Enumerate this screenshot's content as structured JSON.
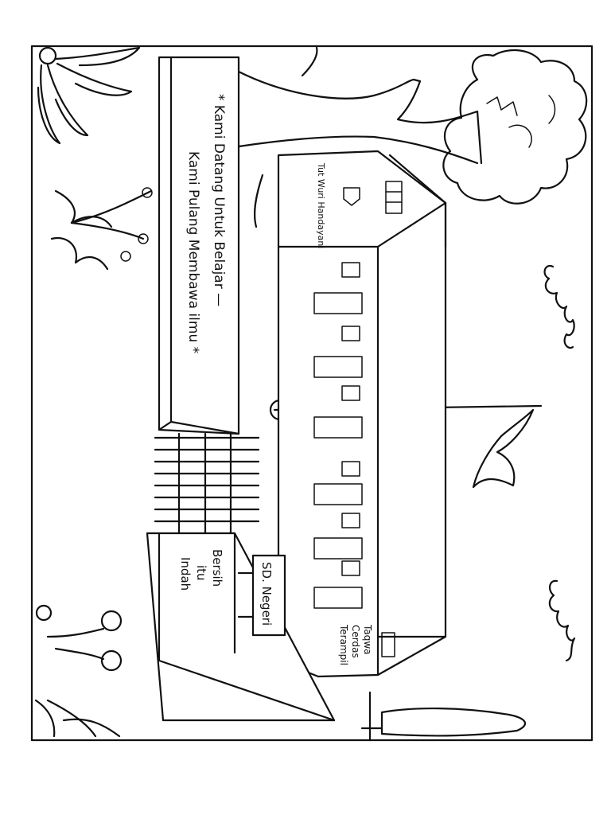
{
  "banner": {
    "line1": "* Kami Datang Untuk Belajar —",
    "line2": "Kami Pulang Membawa ilmu *"
  },
  "building_emblem_text": "Tut Wuri Handayani",
  "gate_sign": "SD. Negeri",
  "wall_sign": {
    "line1": "Bersih",
    "line2": "itu",
    "line3": "Indah"
  },
  "side_sign": {
    "line1": "Taqwa",
    "line2": "Cerdas",
    "line3": "Terampil"
  },
  "colors": {
    "ink": "#111111",
    "paper": "#ffffff"
  }
}
